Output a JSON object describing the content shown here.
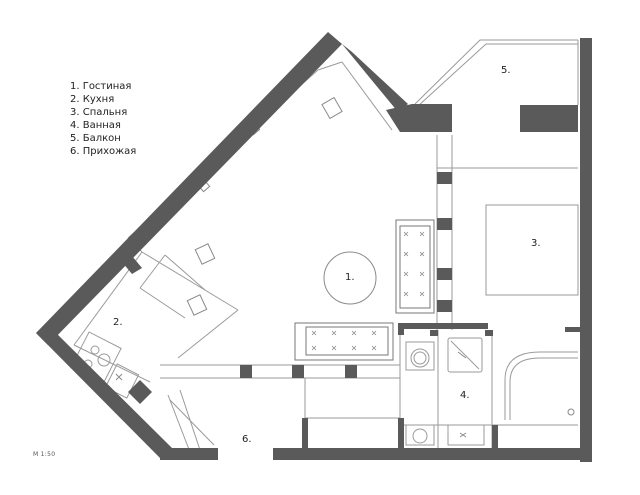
{
  "legend": [
    "1. Гостиная",
    "2. Кухня",
    "3. Спальня",
    "4. Ванная",
    "5. Балкон",
    "6. Прихожая"
  ],
  "scale": "М 1:50",
  "rooms": {
    "r1": "1.",
    "r2": "2.",
    "r3": "3.",
    "r4": "4.",
    "r5": "5.",
    "r6": "6."
  },
  "colors": {
    "wall": "#5a5a5a",
    "line": "#9a9a9a",
    "paper": "#ffffff"
  }
}
